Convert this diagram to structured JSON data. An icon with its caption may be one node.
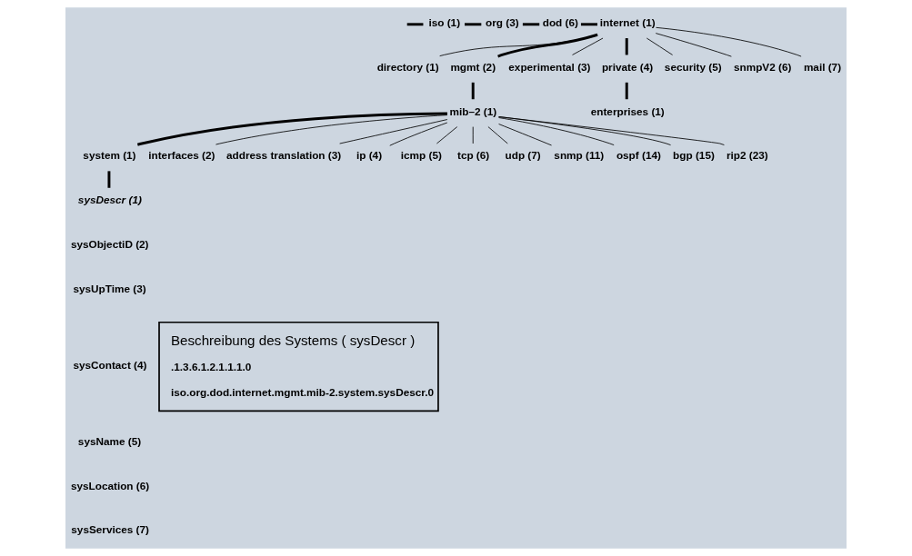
{
  "diagram": {
    "nodes": [
      {
        "text": [
          "iso (1)"
        ]
      },
      {
        "text": [
          "org (3)"
        ]
      },
      {
        "text": [
          "dod (6)"
        ]
      },
      {
        "text": [
          "internet (1)"
        ]
      },
      {
        "text": [
          "directory (1)"
        ]
      },
      {
        "text": [
          "mgmt (2)"
        ]
      },
      {
        "text": [
          "experimental (3)"
        ]
      },
      {
        "text": [
          "private (4)"
        ]
      },
      {
        "text": [
          "security (5)"
        ]
      },
      {
        "text": [
          "snmpV2 (6)"
        ]
      },
      {
        "text": [
          "mail (7)"
        ]
      },
      {
        "text": [
          "mib–2 (1)"
        ]
      },
      {
        "text": [
          "enterprises (1)"
        ]
      },
      {
        "text": [
          "system (1)"
        ]
      },
      {
        "text": [
          "interfaces (2)"
        ]
      },
      {
        "text": [
          "address translation (3)"
        ]
      },
      {
        "text": [
          "ip (4)"
        ]
      },
      {
        "text": [
          "icmp (5)"
        ]
      },
      {
        "text": [
          "tcp (6)"
        ]
      },
      {
        "text": [
          "udp (7)"
        ]
      },
      {
        "text": [
          "snmp (11)"
        ]
      },
      {
        "text": [
          "ospf (14)"
        ]
      },
      {
        "text": [
          "bgp (15)"
        ]
      },
      {
        "text": [
          "rip2 (23)"
        ]
      },
      {
        "text": [
          "sysDescr (1)"
        ]
      },
      {
        "text": [
          "sysObjectiD (2)"
        ]
      },
      {
        "text": [
          "sysUpTime (3)"
        ]
      },
      {
        "text": [
          "sysContact (4)"
        ]
      },
      {
        "text": [
          "sysName (5)"
        ]
      },
      {
        "text": [
          "sysLocation (6)"
        ]
      },
      {
        "text": [
          "sysServices (7)"
        ]
      },
      {
        "text": [
          "Beschreibung des Systems ( sysDescr )",
          ".1.3.6.1.2.1.1.1.0",
          "iso.org.dod.internet.mgmt.mib-2.system.sysDescr.0"
        ]
      }
    ],
    "edges": [
      {
        "from": null,
        "to": 0,
        "arrow": "none",
        "style": "thick"
      },
      {
        "from": 0,
        "to": 1,
        "arrow": "none",
        "style": "thick"
      },
      {
        "from": 1,
        "to": 2,
        "arrow": "none",
        "style": "thick"
      },
      {
        "from": 2,
        "to": 3,
        "arrow": "none",
        "style": "thick"
      },
      {
        "from": 3,
        "to": 4,
        "arrow": "none"
      },
      {
        "from": 3,
        "to": 5,
        "arrow": "none",
        "style": "thick"
      },
      {
        "from": 3,
        "to": 6,
        "arrow": "none"
      },
      {
        "from": 3,
        "to": 7,
        "arrow": "none",
        "style": "thick"
      },
      {
        "from": 3,
        "to": 8,
        "arrow": "none"
      },
      {
        "from": 3,
        "to": 9,
        "arrow": "none"
      },
      {
        "from": 3,
        "to": 10,
        "arrow": "none"
      },
      {
        "from": 5,
        "to": 11,
        "arrow": "none",
        "style": "thick"
      },
      {
        "from": 7,
        "to": 12,
        "arrow": "none",
        "style": "thick"
      },
      {
        "from": 11,
        "to": 13,
        "arrow": "none",
        "style": "thick"
      },
      {
        "from": 11,
        "to": 14,
        "arrow": "none"
      },
      {
        "from": 11,
        "to": 15,
        "arrow": "none"
      },
      {
        "from": 11,
        "to": 16,
        "arrow": "none"
      },
      {
        "from": 11,
        "to": 17,
        "arrow": "none"
      },
      {
        "from": 11,
        "to": 18,
        "arrow": "none"
      },
      {
        "from": 11,
        "to": 19,
        "arrow": "none"
      },
      {
        "from": 11,
        "to": 20,
        "arrow": "none"
      },
      {
        "from": 11,
        "to": 21,
        "arrow": "none"
      },
      {
        "from": 11,
        "to": 22,
        "arrow": "none"
      },
      {
        "from": 11,
        "to": 23,
        "arrow": "none"
      },
      {
        "from": 13,
        "to": 24,
        "arrow": "none",
        "style": "thick"
      }
    ]
  }
}
